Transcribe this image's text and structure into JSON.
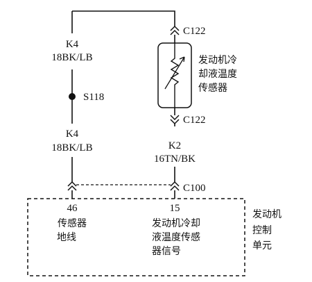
{
  "left_wire": {
    "circuit_top": "K4",
    "wire_top": "18BK/LB",
    "splice": "S118",
    "circuit_bottom": "K4",
    "wire_bottom": "18BK/LB"
  },
  "right_wire": {
    "connector_top": "C122",
    "sensor_label": [
      "发动机冷",
      "却液温度",
      "传感器"
    ],
    "connector_bottom": "C122",
    "circuit": "K2",
    "wire": "16TN/BK",
    "connector_pcm": "C100"
  },
  "pcm": {
    "pin_left": "46",
    "pin_left_label": [
      "传感器",
      "地线"
    ],
    "pin_right": "15",
    "pin_right_label": [
      "发动机冷却",
      "液温度传感",
      "器信号"
    ],
    "unit_label": [
      "发动机",
      "控制",
      "单元"
    ]
  }
}
